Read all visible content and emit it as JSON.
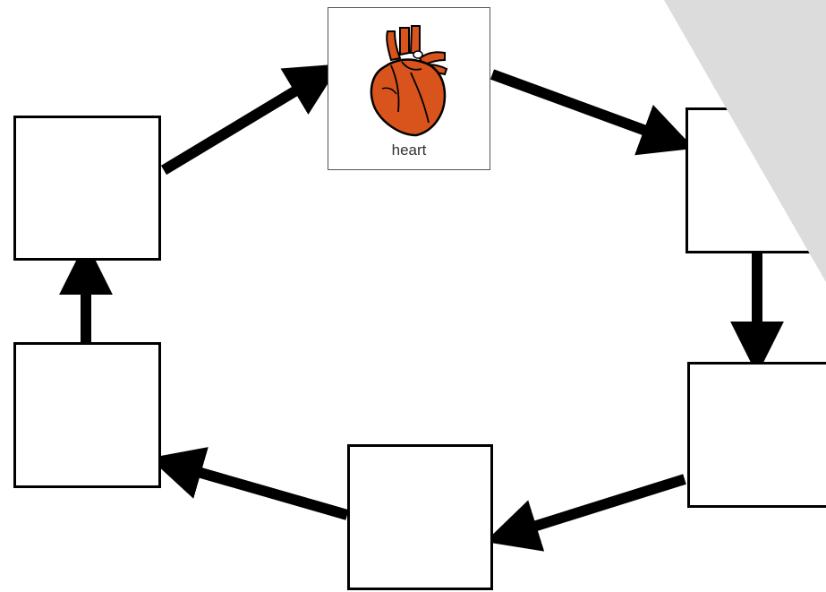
{
  "nodes": {
    "heart": {
      "label": "heart",
      "icon": "heart-icon"
    },
    "right_top": {
      "label": ""
    },
    "right_bottom": {
      "label": ""
    },
    "bottom": {
      "label": ""
    },
    "left_bottom": {
      "label": ""
    },
    "left_top": {
      "label": ""
    }
  },
  "edges": [
    {
      "from": "left_top",
      "to": "heart"
    },
    {
      "from": "heart",
      "to": "right_top"
    },
    {
      "from": "right_top",
      "to": "right_bottom"
    },
    {
      "from": "right_bottom",
      "to": "bottom"
    },
    {
      "from": "bottom",
      "to": "left_bottom"
    },
    {
      "from": "left_bottom",
      "to": "left_top"
    }
  ],
  "colors": {
    "heart_fill": "#d8541c",
    "heart_outline": "#000000",
    "box_border": "#000000",
    "arrow": "#000000",
    "corner_overlay": "#dcdcdc"
  }
}
